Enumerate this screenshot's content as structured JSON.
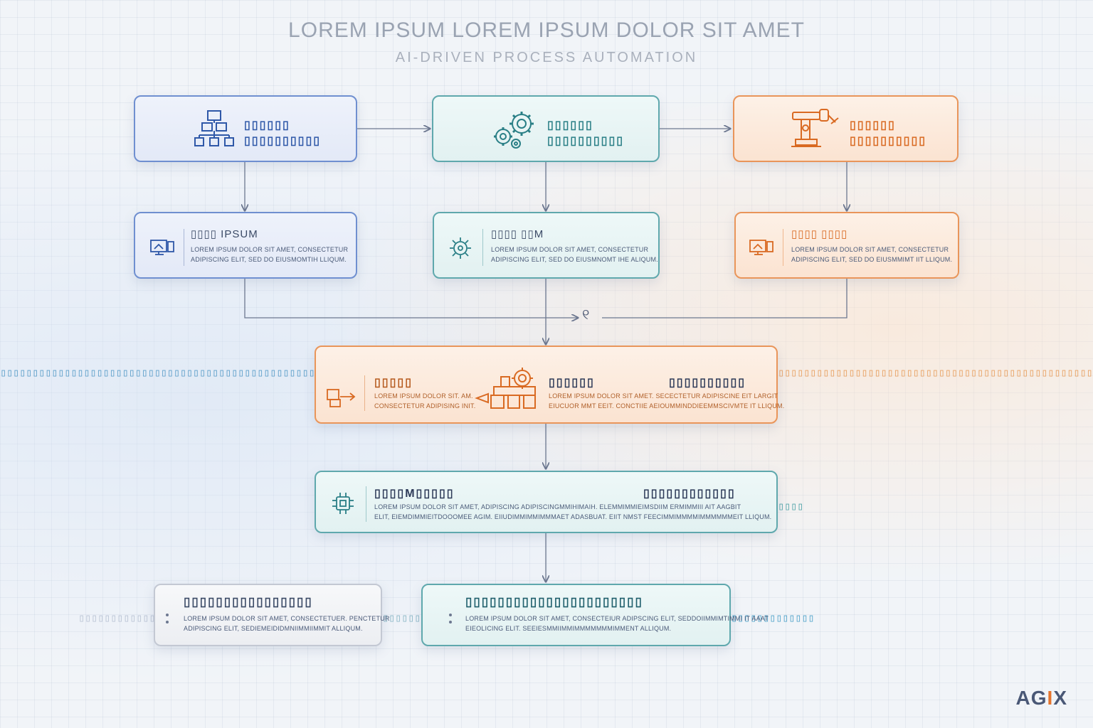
{
  "header": {
    "title": "LOREM IPSUM LOREM IPSUM DOLOR SIT AMET",
    "subtitle": "AI-DRIVEN PROCESS AUTOMATION"
  },
  "colors": {
    "blue": "#2f58a8",
    "teal": "#2a7f86",
    "orange": "#d96a22",
    "gray": "#3b4a66"
  },
  "top_row": [
    {
      "icon": "hierarchy-icon",
      "line1": "▯▯▯▯▯▯",
      "line2": "▯▯▯▯▯▯▯▯▯▯"
    },
    {
      "icon": "gears-icon",
      "line1": "▯▯▯▯▯▯",
      "line2": "▯▯▯▯▯▯▯▯▯▯"
    },
    {
      "icon": "robot-arm-icon",
      "line1": "▯▯▯▯▯▯",
      "line2": "▯▯▯▯▯▯▯▯▯▯"
    }
  ],
  "mid_row": [
    {
      "icon": "monitor-icon",
      "title": "▯▯▯▯ IPSUM",
      "body1": "LOREM IPSUM DOLOR SIT AMET, CONSECTETUR",
      "body2": "ADIPISCING ELIT, SED DO EIUSMOMTIH LLIQUM."
    },
    {
      "icon": "chip-gear-icon",
      "title": "▯▯▯▯ ▯▯M",
      "body1": "LOREM IPSUM DOLOR SIT AMET, CONSECTETUR",
      "body2": "ADIPISCING ELIT, SED DO EIUSMNOMT IHE ALIQUM."
    },
    {
      "icon": "monitor-icon",
      "title": "▯▯▯▯ ▯▯▯▯",
      "body1": "LOREM IPSUM DOLOR SIT AMET, CONSECTETUR",
      "body2": "ADIPISCING ELIT, SED DO EIUSMMIMT IIT LLIQUM."
    }
  ],
  "merge_mark": "୧",
  "central": {
    "left_title": "▯▯▯▯▯",
    "left_body1": "LOREM IPSUM DOLOR SIT. AM.",
    "left_body2": "CONSECTETUR ADIPISING INIT.",
    "mid_title": "▯▯▯▯▯▯",
    "right_title": "▯▯▯▯▯▯▯▯▯▯",
    "right_body1": "LOREM IPSUM DOLOR SIT AMET. SECECTETUR ADIPISCINE EIT LARGIT",
    "right_body2": "EIUCUOR MMT EEIT. CONCTIIE AEIOUMMINDDIEEMMSCIVMTE IT LLIQUM."
  },
  "processor": {
    "left_title": "▯▯▯▯M▯▯▯▯▯",
    "right_title": "▯▯▯▯▯▯▯▯▯▯▯▯",
    "body1": "LOREM IPSUM DOLOR SIT AMET, ADIPISCING ADIPISCINGMMIHIMAIH. ELEMMIMMIEIMSDIIM ERMIMMIII AIT AAGBIT",
    "body2": "ELIT, EIEMDIMMIEITDOOOMEE AGIM. EIIUDIMMIMMIMMMAET ADASBUAT. EIIT NMST FEECIMMIMMMMIMMMMMMEIT LLIQUM.",
    "side_dots": "▯▯▯▯"
  },
  "bottom_left": {
    "title": "▯▯▯▯▯▯▯▯▯▯▯▯▯▯▯▯",
    "body1": "LOREM IPSUM DOLOR SIT AMET, CONSECTETUER. PENCTETUR",
    "body2": "ADIPISCING ELIT, SEDIEMEIDIDMNIIMMIIMMIT ALLIQUM."
  },
  "bottom_right": {
    "title": "▯▯▯▯▯▯▯▯▯▯▯▯▯▯▯▯▯▯▯▯▯▯",
    "body1": "LOREM IPSUM DOLOR SIT AMET, CONSECTEIUR ADIPSCING ELIT, SEDDOIIMMIMTIMMI IT AAAT",
    "body2": "EIEOLICING ELIT. SEEIESMMIIMMIMMMMMMMIMMENT ALLIQUM."
  },
  "dot_band": "▯▯▯▯▯▯▯▯▯▯▯▯▯▯▯▯▯▯▯▯▯▯▯▯▯▯▯▯▯▯▯▯▯▯▯▯▯▯▯▯▯▯▯▯▯▯▯▯▯▯▯▯▯▯▯▯▯▯▯▯▯▯▯▯▯▯▯▯▯▯▯▯",
  "logo": {
    "prefix": "AG",
    "accent": "I",
    "suffix": "X"
  }
}
